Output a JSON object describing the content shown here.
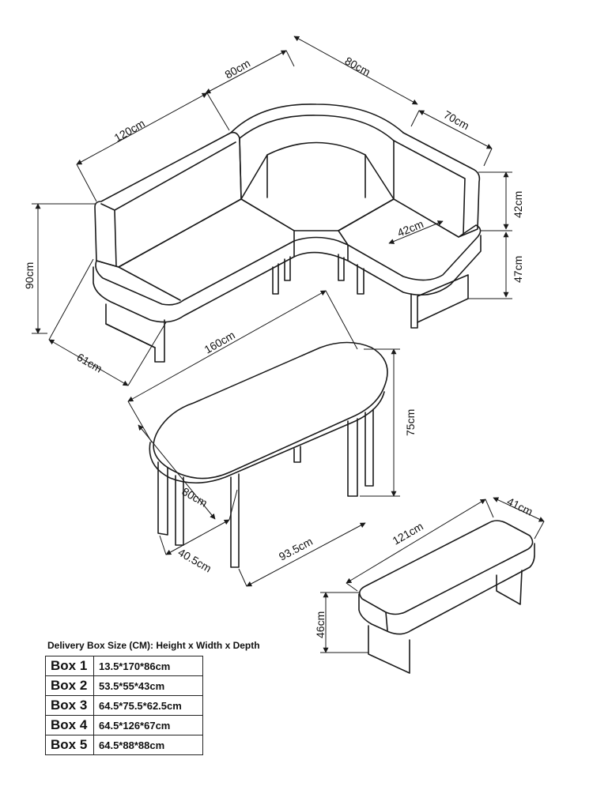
{
  "dimensions": {
    "sofa_length_left": "120cm",
    "sofa_corner_left": "80cm",
    "sofa_corner_right": "80cm",
    "sofa_length_right": "70cm",
    "sofa_back_height": "42cm",
    "sofa_seat_height": "47cm",
    "sofa_total_height": "90cm",
    "sofa_depth": "61cm",
    "seat_depth": "42cm",
    "table_length": "160cm",
    "table_width": "80cm",
    "table_height": "75cm",
    "table_leg_offset": "40.5cm",
    "table_leg_span": "93.5cm",
    "bench_length": "121cm",
    "bench_depth": "41cm",
    "bench_height": "46cm"
  },
  "delivery": {
    "title": "Delivery Box Size (CM): Height x Width x Depth",
    "boxes": [
      {
        "label": "Box 1",
        "size": "13.5*170*86cm"
      },
      {
        "label": "Box 2",
        "size": "53.5*55*43cm"
      },
      {
        "label": "Box 3",
        "size": "64.5*75.5*62.5cm"
      },
      {
        "label": "Box 4",
        "size": "64.5*126*67cm"
      },
      {
        "label": "Box 5",
        "size": "64.5*88*88cm"
      }
    ]
  }
}
